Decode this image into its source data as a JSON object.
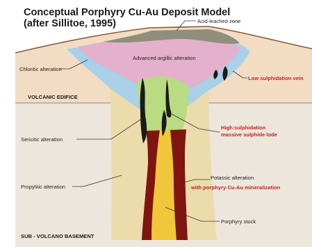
{
  "title_line1": "Conceptual Porphyry Cu-Au Deposit Model",
  "title_line2": "(after Sillitoe, 1995)",
  "labels": {
    "acid_leached": "Acid-leached zone",
    "advanced_argillic": "Advanced argillic alteration",
    "chloritic": "Chloritic alteration",
    "low_sulphidation": "Low sulphidation vein",
    "volcanic_edifice": "VOLCANIC EDIFICE",
    "high_sulph_1": "High sulphidation",
    "high_sulph_2": "massive sulphide lode",
    "sericitic": "Sericitic alteration",
    "potassic": "Potassic alteration",
    "porphyry_mineralization": "with porphyry Cu-Au mineralization",
    "propylitic": "Propylitic alteration",
    "porphyry_stock": "Porphyry stock",
    "sub_volcano": "SUB - VOLCANO BASEMENT"
  },
  "colors": {
    "basement": "#ede6dc",
    "volcanic": "#f2dcc4",
    "propylitic": "#ecdcac",
    "chloritic": "#a9d0e6",
    "argillic": "#e4b0cc",
    "acid_leached": "#918e7c",
    "sericitic": "#b9db82",
    "potassic": "#7f1510",
    "stock": "#f0c63a",
    "veins": "#1a1a1a",
    "surface": "#8a5a3a",
    "accent_red": "#c0231f"
  }
}
